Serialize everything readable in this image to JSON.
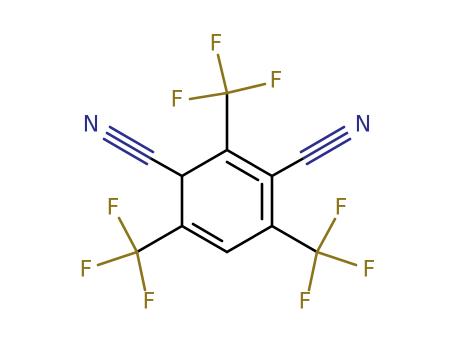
{
  "molecule": {
    "colors": {
      "bond": "#000000",
      "fluorine": "#8b7419",
      "nitrogen": "#2c2f8c"
    },
    "atoms": {
      "f_top_left": "F",
      "f_top_right": "F",
      "f_mid_left": "F",
      "n_left": "N",
      "n_right": "N",
      "f_left_a": "F",
      "f_left_b": "F",
      "f_left_c": "F",
      "f_right_a": "F",
      "f_right_b": "F",
      "f_right_c": "F"
    }
  }
}
